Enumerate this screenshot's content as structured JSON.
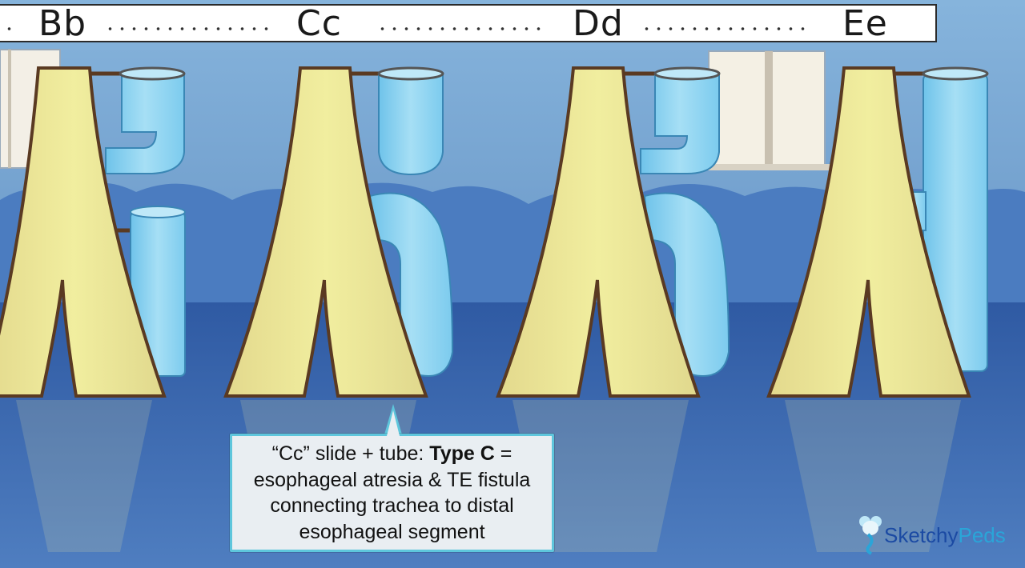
{
  "banner": {
    "letters": [
      {
        "id": "bb",
        "text": "Bb"
      },
      {
        "id": "cc",
        "text": "Cc"
      },
      {
        "id": "dd",
        "text": "Dd"
      },
      {
        "id": "ee",
        "text": "Ee"
      }
    ]
  },
  "callout": {
    "line_prefix": "“Cc” slide + tube: ",
    "bold": "Type C",
    "line_suffix": " = esophageal atresia & TE fistula connecting trachea to distal esophageal segment"
  },
  "logo": {
    "part1": "Sketchy",
    "part2": "Peds"
  },
  "colors": {
    "sky": "#6f9bc9",
    "slide": "#ece9a1",
    "slide_outline": "#5a3a22",
    "tube": "#8fd3ef",
    "floor": "#3d62a8",
    "callout_border": "#5ec6dc"
  }
}
